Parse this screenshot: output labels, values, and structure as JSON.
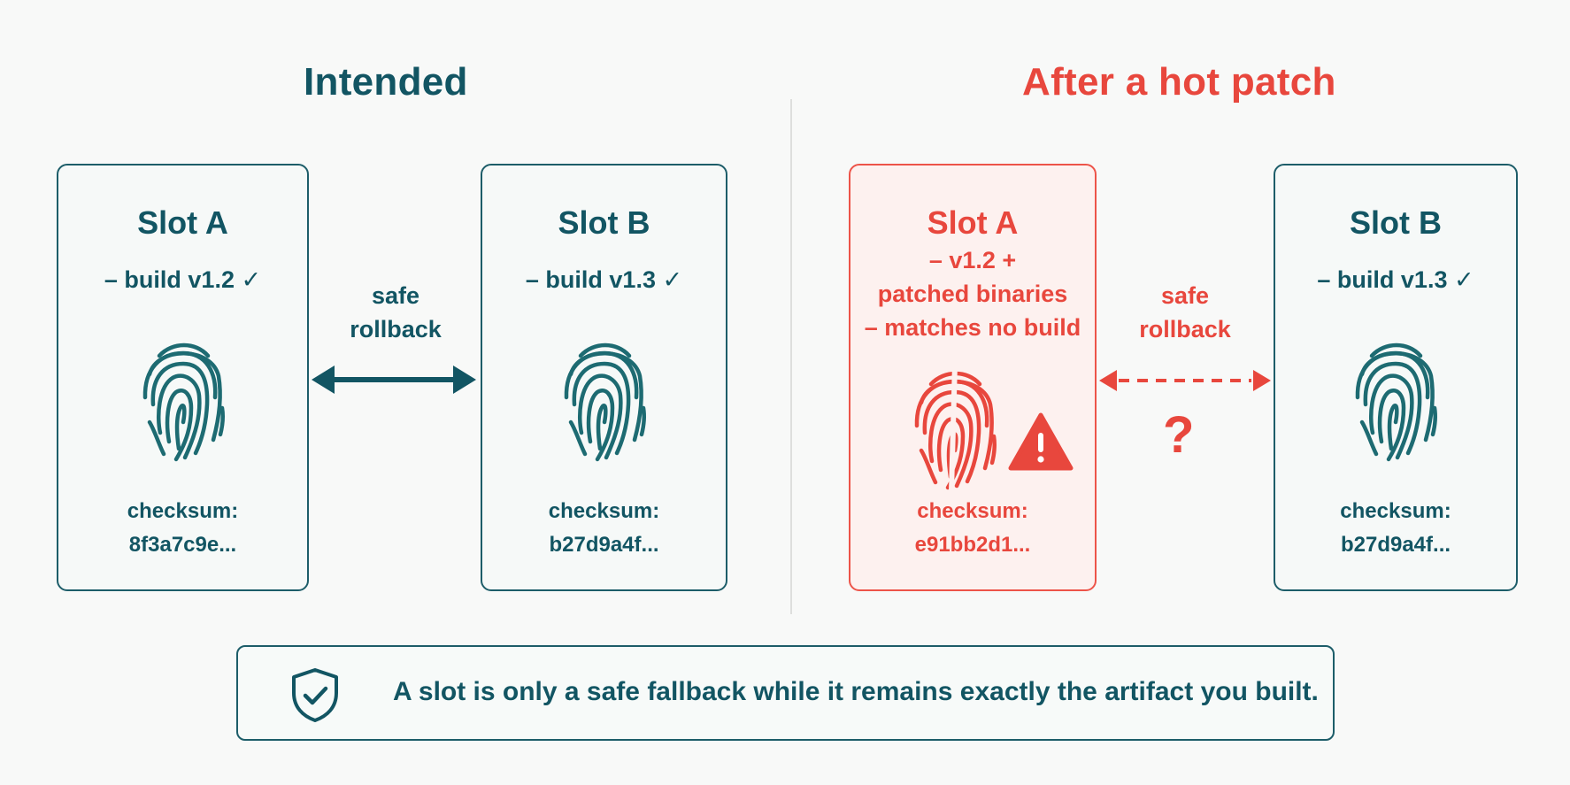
{
  "left": {
    "heading": "Intended",
    "slot_a": {
      "title": "Slot A",
      "build": "– build v1.2 ✓",
      "checksum_label": "checksum:",
      "checksum": "8f3a7c9e..."
    },
    "slot_b": {
      "title": "Slot B",
      "build": "– build v1.3 ✓",
      "checksum_label": "checksum:",
      "checksum": "b27d9a4f..."
    },
    "link_line1": "safe",
    "link_line2": "rollback"
  },
  "right": {
    "heading": "After a hot patch",
    "slot_a": {
      "title": "Slot A",
      "line1": "– v1.2 +",
      "line2": "patched binaries",
      "line3": "– matches no build",
      "checksum_label": "checksum:",
      "checksum": "e91bb2d1..."
    },
    "slot_b": {
      "title": "Slot B",
      "build": "– build v1.3 ✓",
      "checksum_label": "checksum:",
      "checksum": "b27d9a4f..."
    },
    "link_line1": "safe",
    "link_line2": "rollback",
    "question": "?"
  },
  "note": {
    "text": "A slot is only a safe fallback while it remains exactly the artifact you built."
  },
  "colors": {
    "teal": "#125563",
    "red": "#e8473d",
    "warning_icon": "warning-triangle",
    "shield_icon": "shield-check"
  }
}
